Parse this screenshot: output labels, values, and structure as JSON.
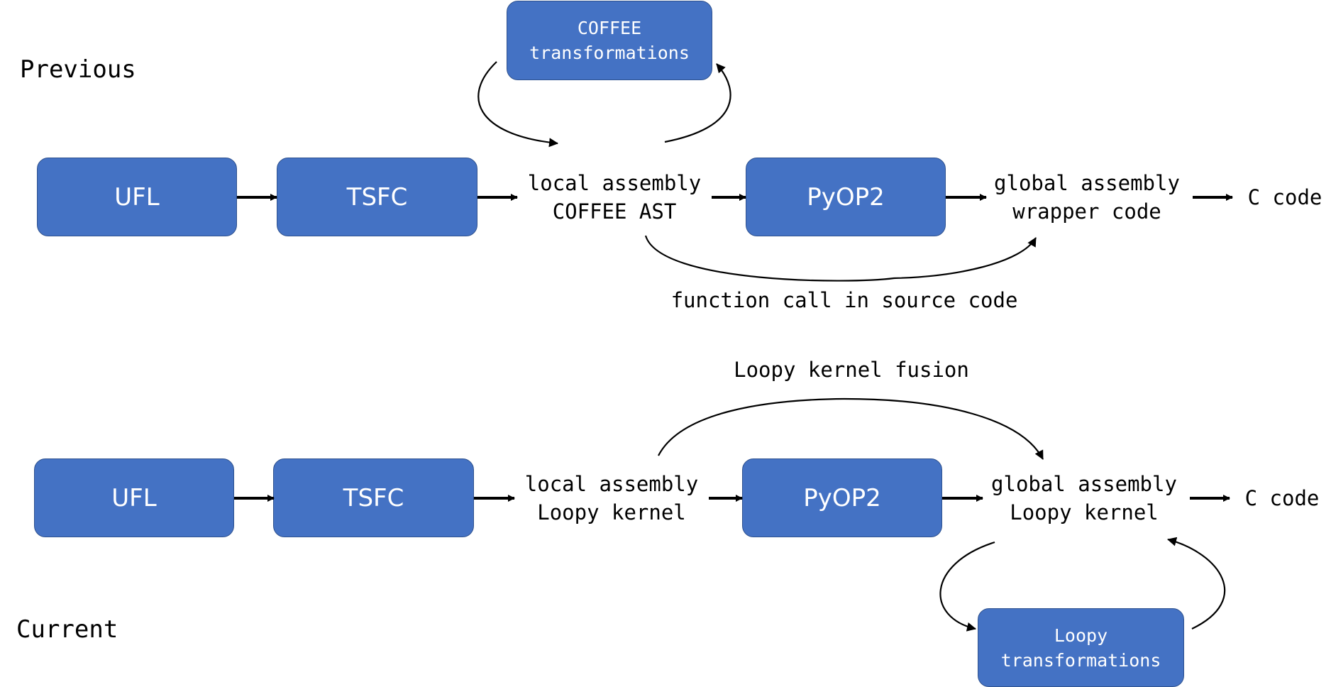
{
  "previous": {
    "title": "Previous",
    "ufl": "UFL",
    "tsfc": "TSFC",
    "pyop2": "PyOP2",
    "local": "local assembly\nCOFFEE AST",
    "global": "global assembly\nwrapper code",
    "output": "C code",
    "transform_box": "COFFEE\ntransformations",
    "bypass_label": "function call in source code"
  },
  "current": {
    "title": "Current",
    "ufl": "UFL",
    "tsfc": "TSFC",
    "pyop2": "PyOP2",
    "local": "local assembly\nLoopy kernel",
    "global": "global assembly\nLoopy kernel",
    "output": "C code",
    "transform_box": "Loopy\ntransformations",
    "fusion_label": "Loopy kernel fusion"
  },
  "colors": {
    "box_fill": "#4472c4",
    "box_border": "#2f528f",
    "box_text": "#ffffff",
    "text": "#000000",
    "arrow": "#000000"
  }
}
